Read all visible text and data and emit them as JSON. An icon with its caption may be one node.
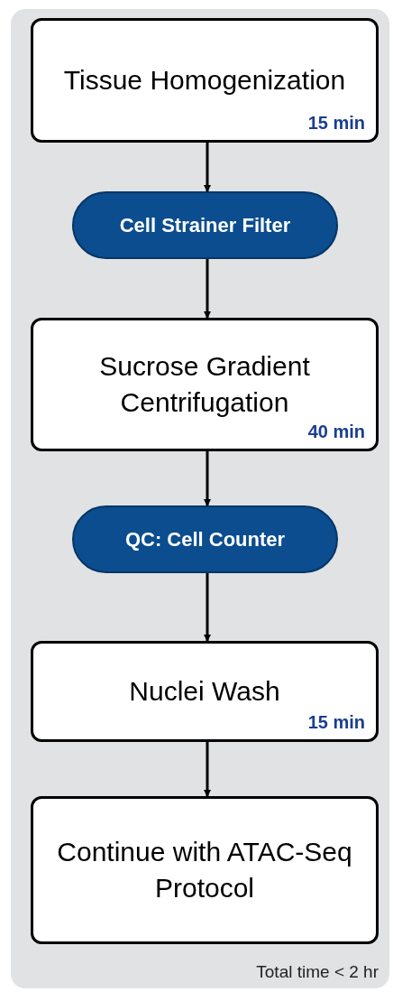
{
  "diagram": {
    "nodes": [
      {
        "text": [
          "Total time < 2 hr"
        ]
      },
      {
        "text": [
          "Tissue Homogenization",
          "15 min"
        ],
        "in": 0
      },
      {
        "text": [
          "Cell Strainer Filter"
        ],
        "in": 0
      },
      {
        "text": [
          "Sucrose Gradient Centrifugation",
          "40 min"
        ],
        "in": 0
      },
      {
        "text": [
          "QC: Cell Counter"
        ],
        "in": 0
      },
      {
        "text": [
          "Nuclei Wash",
          "15 min"
        ],
        "in": 0
      },
      {
        "text": [
          "Continue with ATAC-Seq Protocol"
        ],
        "in": 0
      }
    ],
    "edges": [
      {
        "from": 1,
        "to": 2,
        "arrow": "to"
      },
      {
        "from": 2,
        "to": 3,
        "arrow": "to"
      },
      {
        "from": 3,
        "to": 4,
        "arrow": "to"
      },
      {
        "from": 4,
        "to": 5,
        "arrow": "to"
      },
      {
        "from": 5,
        "to": 6,
        "arrow": "to"
      }
    ]
  }
}
